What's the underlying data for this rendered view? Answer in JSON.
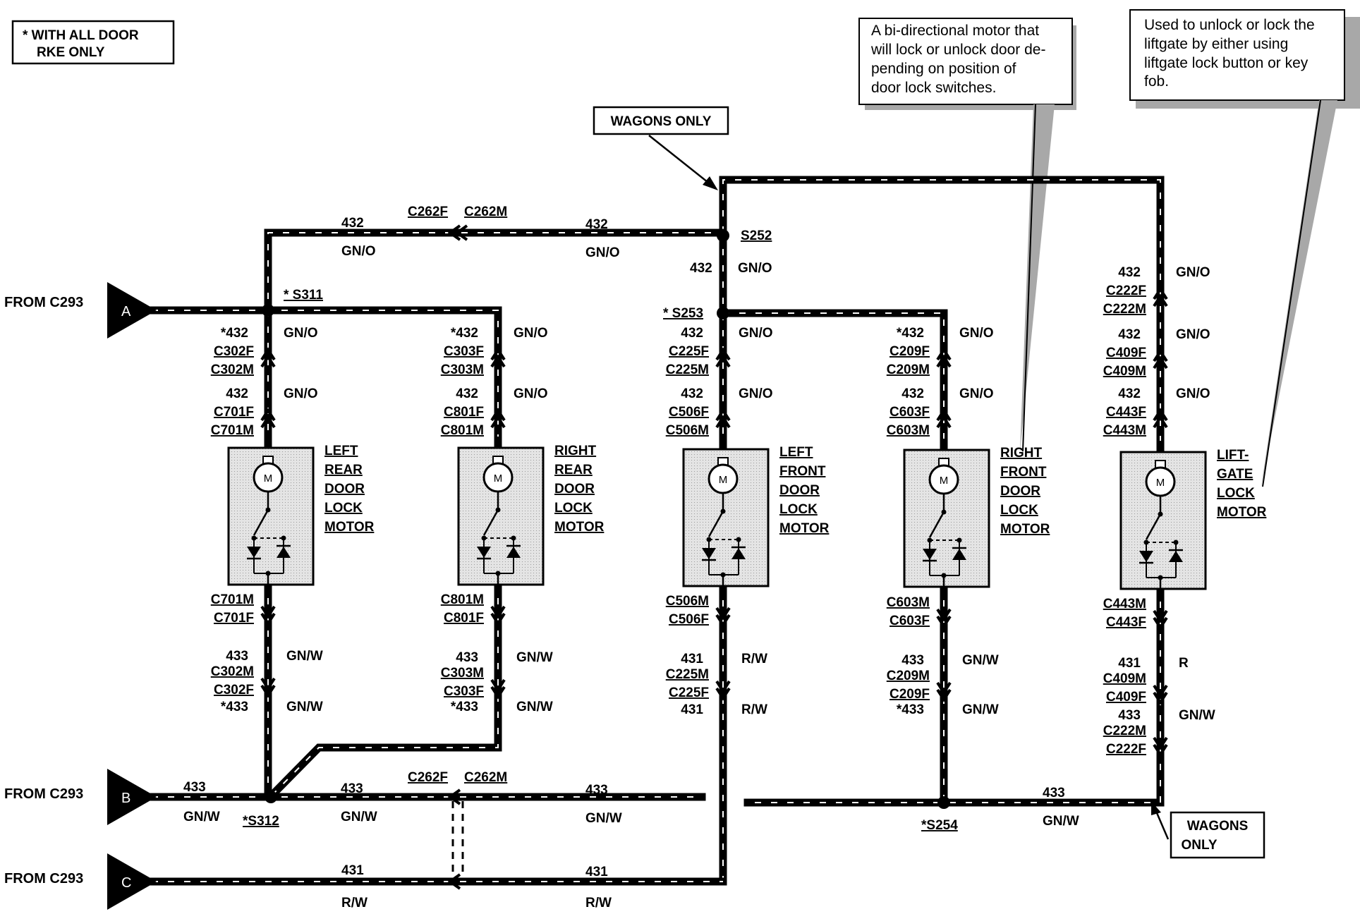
{
  "legend": {
    "line1": "* WITH ALL DOOR",
    "line2": "RKE ONLY"
  },
  "wagons_only_top": "WAGONS ONLY",
  "wagons_only_bottom": {
    "line1": "WAGONS",
    "line2": "ONLY"
  },
  "note_bidirectional": [
    "A bi-directional motor that",
    "will lock or unlock door de-",
    "pending  on  position  of",
    "door lock switches."
  ],
  "note_liftgate": [
    "Used to unlock or lock the",
    "liftgate  by either using",
    "liftgate  lock button or key",
    "fob."
  ],
  "inputs": [
    {
      "letter": "A",
      "label": "FROM C293"
    },
    {
      "letter": "B",
      "label": "FROM C293"
    },
    {
      "letter": "C",
      "label": "FROM C293"
    }
  ],
  "splices": {
    "s311": "* S311",
    "s312": "*S312",
    "s252": "S252",
    "s253": "* S253",
    "s254": "*S254"
  },
  "top_run": {
    "circuit": "432",
    "color": "GN/O",
    "conn_f": "C262F",
    "conn_m": "C262M"
  },
  "bottom_run": {
    "circuit_433": "433",
    "color_433": "GN/W",
    "circuit_431": "431",
    "color_431": "R/W",
    "conn_f": "C262F",
    "conn_m": "C262M"
  },
  "motors": [
    {
      "id": "lr",
      "name": [
        "LEFT",
        "REAR",
        "DOOR",
        "LOCK",
        "MOTOR"
      ],
      "upper": [
        {
          "circuit": "*432",
          "color": "GN/O",
          "f": "C302F",
          "m": "C302M"
        },
        {
          "circuit": "432",
          "color": "GN/O",
          "f": "C701F",
          "m": "C701M"
        }
      ],
      "lower": [
        {
          "m": "C701M",
          "f": "C701F"
        },
        {
          "circuit": "433",
          "color": "GN/W",
          "m": "C302M",
          "f": "C302F"
        },
        {
          "circuit": "*433",
          "color": "GN/W"
        }
      ]
    },
    {
      "id": "rr",
      "name": [
        "RIGHT",
        "REAR",
        "DOOR",
        "LOCK",
        "MOTOR"
      ],
      "upper": [
        {
          "circuit": "*432",
          "color": "GN/O",
          "f": "C303F",
          "m": "C303M"
        },
        {
          "circuit": "432",
          "color": "GN/O",
          "f": "C801F",
          "m": "C801M"
        }
      ],
      "lower": [
        {
          "m": "C801M",
          "f": "C801F"
        },
        {
          "circuit": "433",
          "color": "GN/W",
          "m": "C303M",
          "f": "C303F"
        },
        {
          "circuit": "*433",
          "color": "GN/W"
        }
      ]
    },
    {
      "id": "lf",
      "name": [
        "LEFT",
        "FRONT",
        "DOOR",
        "LOCK",
        "MOTOR"
      ],
      "upper": [
        {
          "circuit": "432",
          "color": "GN/O",
          "f": "C225F",
          "m": "C225M"
        },
        {
          "circuit": "432",
          "color": "GN/O",
          "f": "C506F",
          "m": "C506M"
        }
      ],
      "lower": [
        {
          "m": "C506M",
          "f": "C506F"
        },
        {
          "circuit": "431",
          "color": "R/W",
          "m": "C225M",
          "f": "C225F"
        },
        {
          "circuit": "431",
          "color": "R/W"
        }
      ]
    },
    {
      "id": "rf",
      "name": [
        "RIGHT",
        "FRONT",
        "DOOR",
        "LOCK",
        "MOTOR"
      ],
      "upper": [
        {
          "circuit": "*432",
          "color": "GN/O",
          "f": "C209F",
          "m": "C209M"
        },
        {
          "circuit": "432",
          "color": "GN/O",
          "f": "C603F",
          "m": "C603M"
        }
      ],
      "lower": [
        {
          "m": "C603M",
          "f": "C603F"
        },
        {
          "circuit": "433",
          "color": "GN/W",
          "m": "C209M",
          "f": "C209F"
        },
        {
          "circuit": "*433",
          "color": "GN/W"
        }
      ]
    },
    {
      "id": "lg",
      "name": [
        "LIFT-",
        "GATE",
        "LOCK",
        "MOTOR"
      ],
      "upper": [
        {
          "circuit": "432",
          "color": "GN/O",
          "f": "C222F",
          "m": "C222M"
        },
        {
          "circuit": "432",
          "color": "GN/O",
          "f": "C409F",
          "m": "C409M"
        },
        {
          "circuit": "432",
          "color": "GN/O",
          "f": "C443F",
          "m": "C443M"
        }
      ],
      "lower": [
        {
          "m": "C443M",
          "f": "C443F"
        },
        {
          "circuit": "431",
          "color": "R",
          "m": "C409M",
          "f": "C409F"
        },
        {
          "circuit": "433",
          "color": "GN/W",
          "m": "C222M",
          "f": "C222F"
        }
      ]
    }
  ],
  "motor_symbol": "M",
  "right_bottom": {
    "circuit": "433",
    "color": "GN/W"
  },
  "wire_label_432_right": "432",
  "wire_color_gno": "GN/O"
}
